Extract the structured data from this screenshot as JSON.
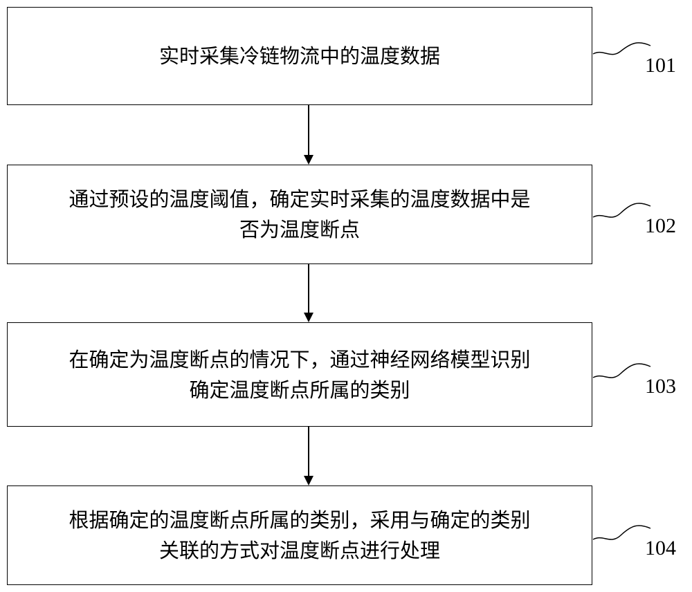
{
  "steps": [
    {
      "id": "101",
      "lines": [
        "实时采集冷链物流中的温度数据"
      ]
    },
    {
      "id": "102",
      "lines": [
        "通过预设的温度阈值，确定实时采集的温度数据中是",
        "否为温度断点"
      ]
    },
    {
      "id": "103",
      "lines": [
        "在确定为温度断点的情况下，通过神经网络模型识别",
        "确定温度断点所属的类别"
      ]
    },
    {
      "id": "104",
      "lines": [
        "根据确定的温度断点所属的类别，采用与确定的类别",
        "关联的方式对温度断点进行处理"
      ]
    }
  ]
}
